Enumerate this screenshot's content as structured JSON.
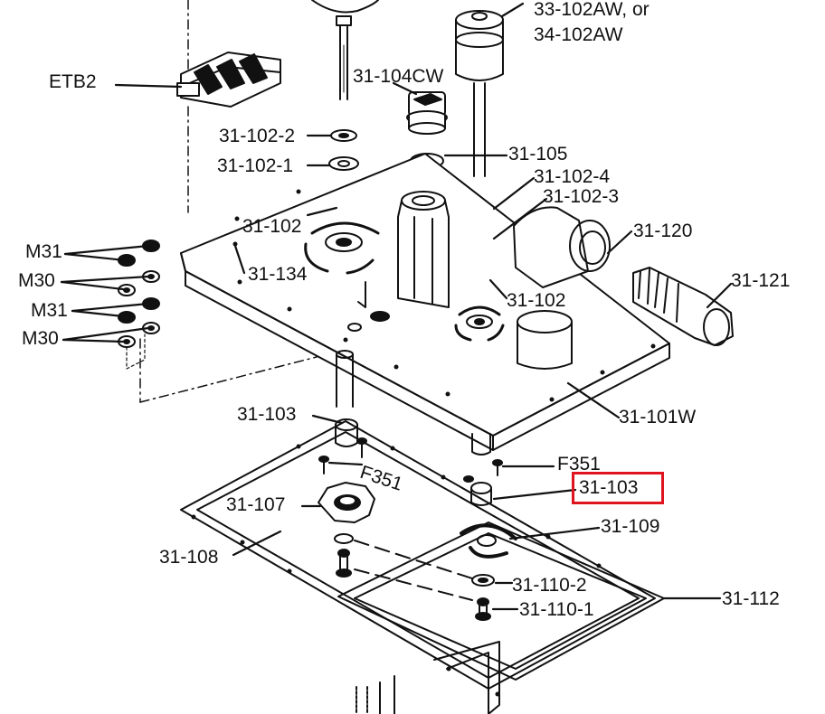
{
  "colors": {
    "ink": "#111111",
    "highlight": "#e0141e",
    "background": "#ffffff"
  },
  "highlighted_part": "31-103",
  "labels": {
    "part_33_102aw_or": "33-102AW, or",
    "part_34_102aw": "34-102AW",
    "etb2": "ETB2",
    "part_31_104cw": "31-104CW",
    "part_31_102_2": "31-102-2",
    "part_31_102_1": "31-102-1",
    "part_31_105": "31-105",
    "part_31_102_4": "31-102-4",
    "part_31_102_3": "31-102-3",
    "part_31_102_upper": "31-102",
    "part_31_120": "31-120",
    "part_31_121": "31-121",
    "m31_a": "M31",
    "m30_a": "M30",
    "m31_b": "M31",
    "m30_b": "M30",
    "part_31_134": "31-134",
    "part_31_102_lower": "31-102",
    "part_31_101w": "31-101W",
    "part_31_103_left": "31-103",
    "f351_right": "F351",
    "f351_left": "F351",
    "part_31_103_boxed": "31-103",
    "part_31_107": "31-107",
    "part_31_109": "31-109",
    "part_31_108": "31-108",
    "part_31_110_2": "31-110-2",
    "part_31_110_1": "31-110-1",
    "part_31_112": "31-112"
  }
}
